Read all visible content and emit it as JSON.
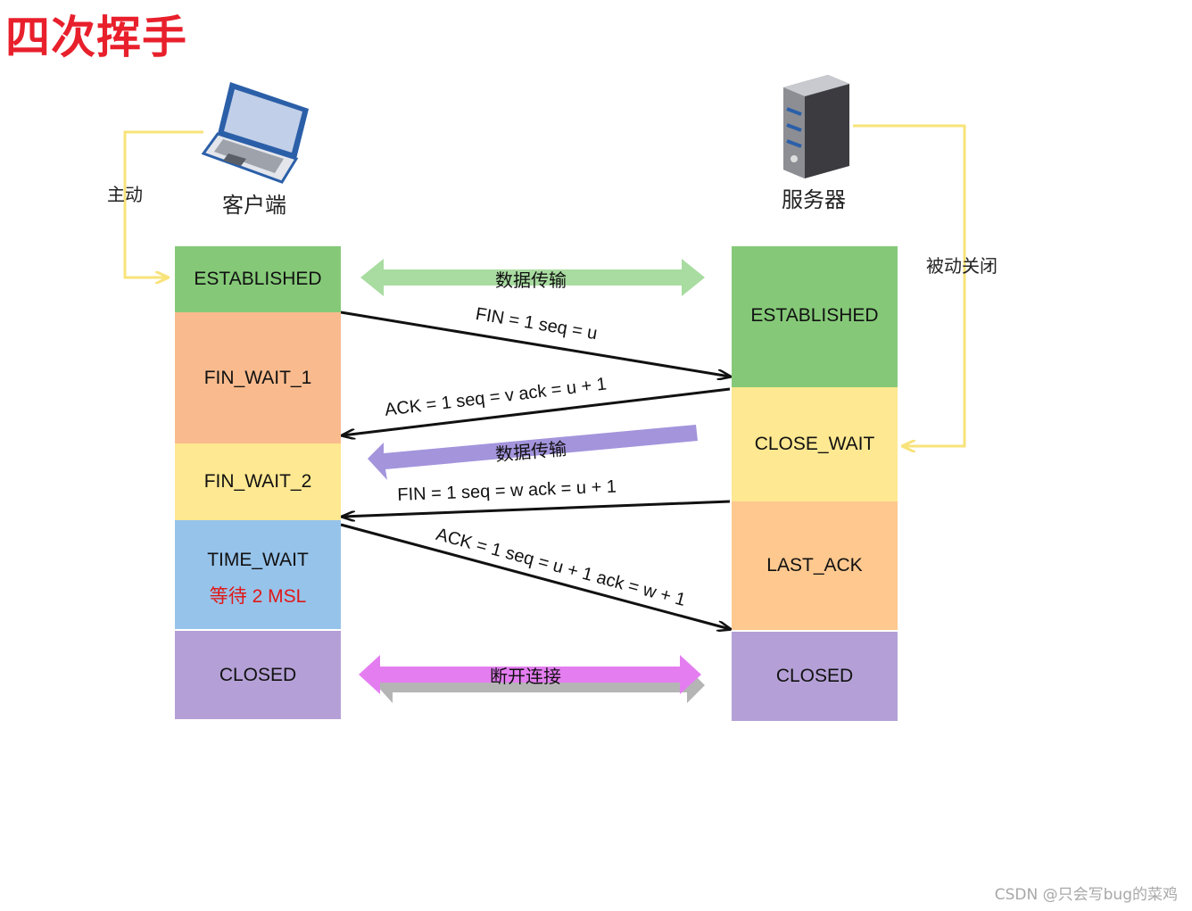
{
  "title": "四次挥手",
  "client": {
    "label": "客户端",
    "active_label": "主动"
  },
  "server": {
    "label": "服务器",
    "passive_label": "被动关闭"
  },
  "client_states": [
    {
      "name": "ESTABLISHED",
      "color": "#85c978"
    },
    {
      "name": "FIN_WAIT_1",
      "color": "#f9bb8e"
    },
    {
      "name": "FIN_WAIT_2",
      "color": "#fee891"
    },
    {
      "name": "TIME_WAIT",
      "sub": "等待 2 MSL",
      "color": "#96c3ea"
    },
    {
      "name": "CLOSED",
      "color": "#b4a0d6"
    }
  ],
  "server_states": [
    {
      "name": "ESTABLISHED",
      "color": "#85c978"
    },
    {
      "name": "CLOSE_WAIT",
      "color": "#fee891"
    },
    {
      "name": "LAST_ACK",
      "color": "#fec88f"
    },
    {
      "name": "CLOSED",
      "color": "#b4a0d6"
    }
  ],
  "messages": [
    {
      "text": "FIN = 1 seq = u"
    },
    {
      "text": "ACK = 1 seq = v ack = u + 1"
    },
    {
      "text": "FIN = 1 seq = w ack = u + 1"
    },
    {
      "text": "ACK = 1 seq = u + 1 ack = w + 1"
    }
  ],
  "bands": [
    {
      "label": "数据传输",
      "color": "#a8dca0"
    },
    {
      "label": "数据传输",
      "color": "#a494dc"
    },
    {
      "label": "断开连接",
      "color": "#e47ef0"
    }
  ],
  "footer": "CSDN @只会写bug的菜鸡"
}
